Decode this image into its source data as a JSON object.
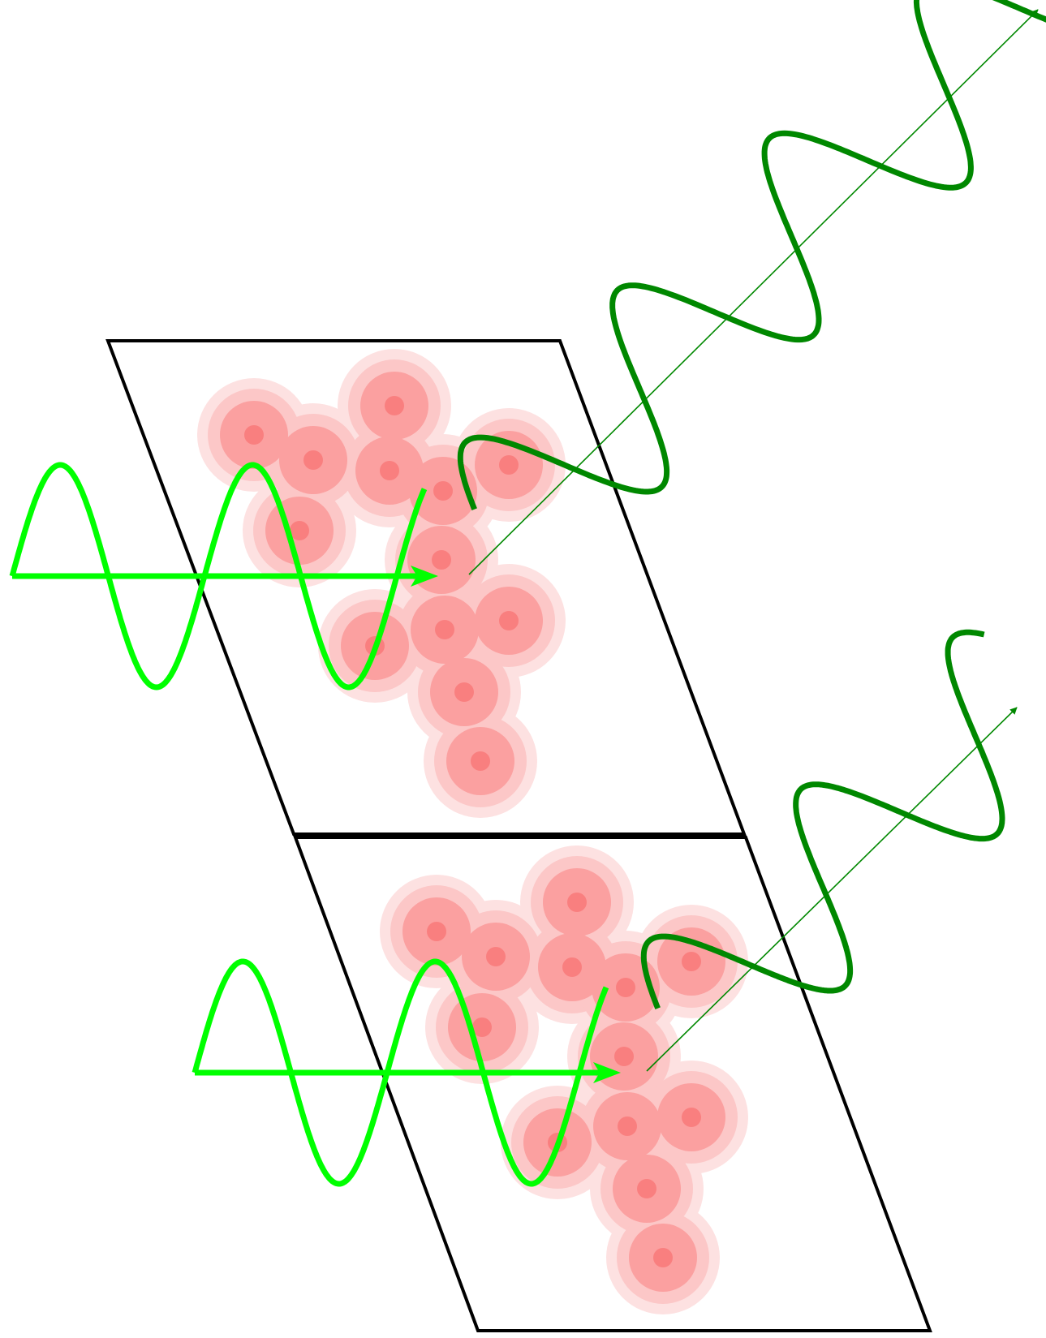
{
  "colors": {
    "background": "#ffffff",
    "cell_outline": "#000000",
    "incident_wave": "#00ff00",
    "scattered_wave": "#008800",
    "atom_halo_outer": "#fde1e1",
    "atom_halo_mid": "#fcc7c7",
    "atom_body": "#fba0a0",
    "atom_nucleus": "#f97f7f"
  },
  "diagram": {
    "cell_count": 2,
    "atoms_per_cell": 13,
    "icons": [
      "unit-cell-parallelogram",
      "atom-electron-cloud",
      "incident-wave",
      "scattered-wave",
      "arrow"
    ]
  }
}
